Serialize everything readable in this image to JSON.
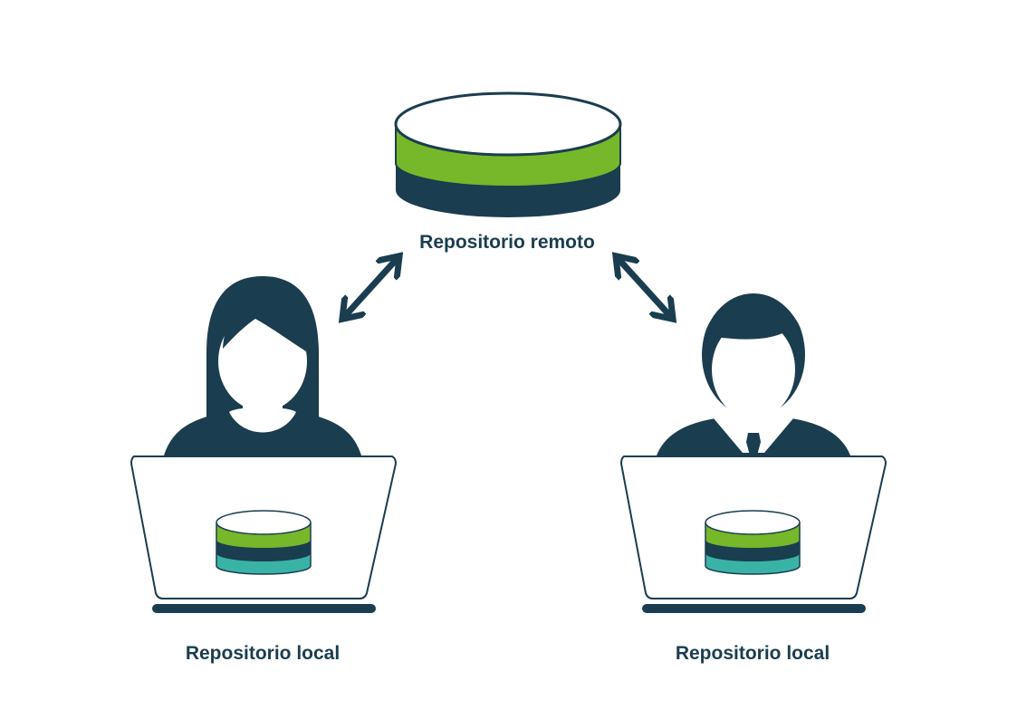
{
  "labels": {
    "remote": "Repositorio remoto",
    "local_left": "Repositorio local",
    "local_right": "Repositorio local"
  },
  "colors": {
    "dark": "#1a3d4f",
    "green": "#76b82a",
    "teal": "#3ab3a7",
    "white": "#ffffff"
  }
}
